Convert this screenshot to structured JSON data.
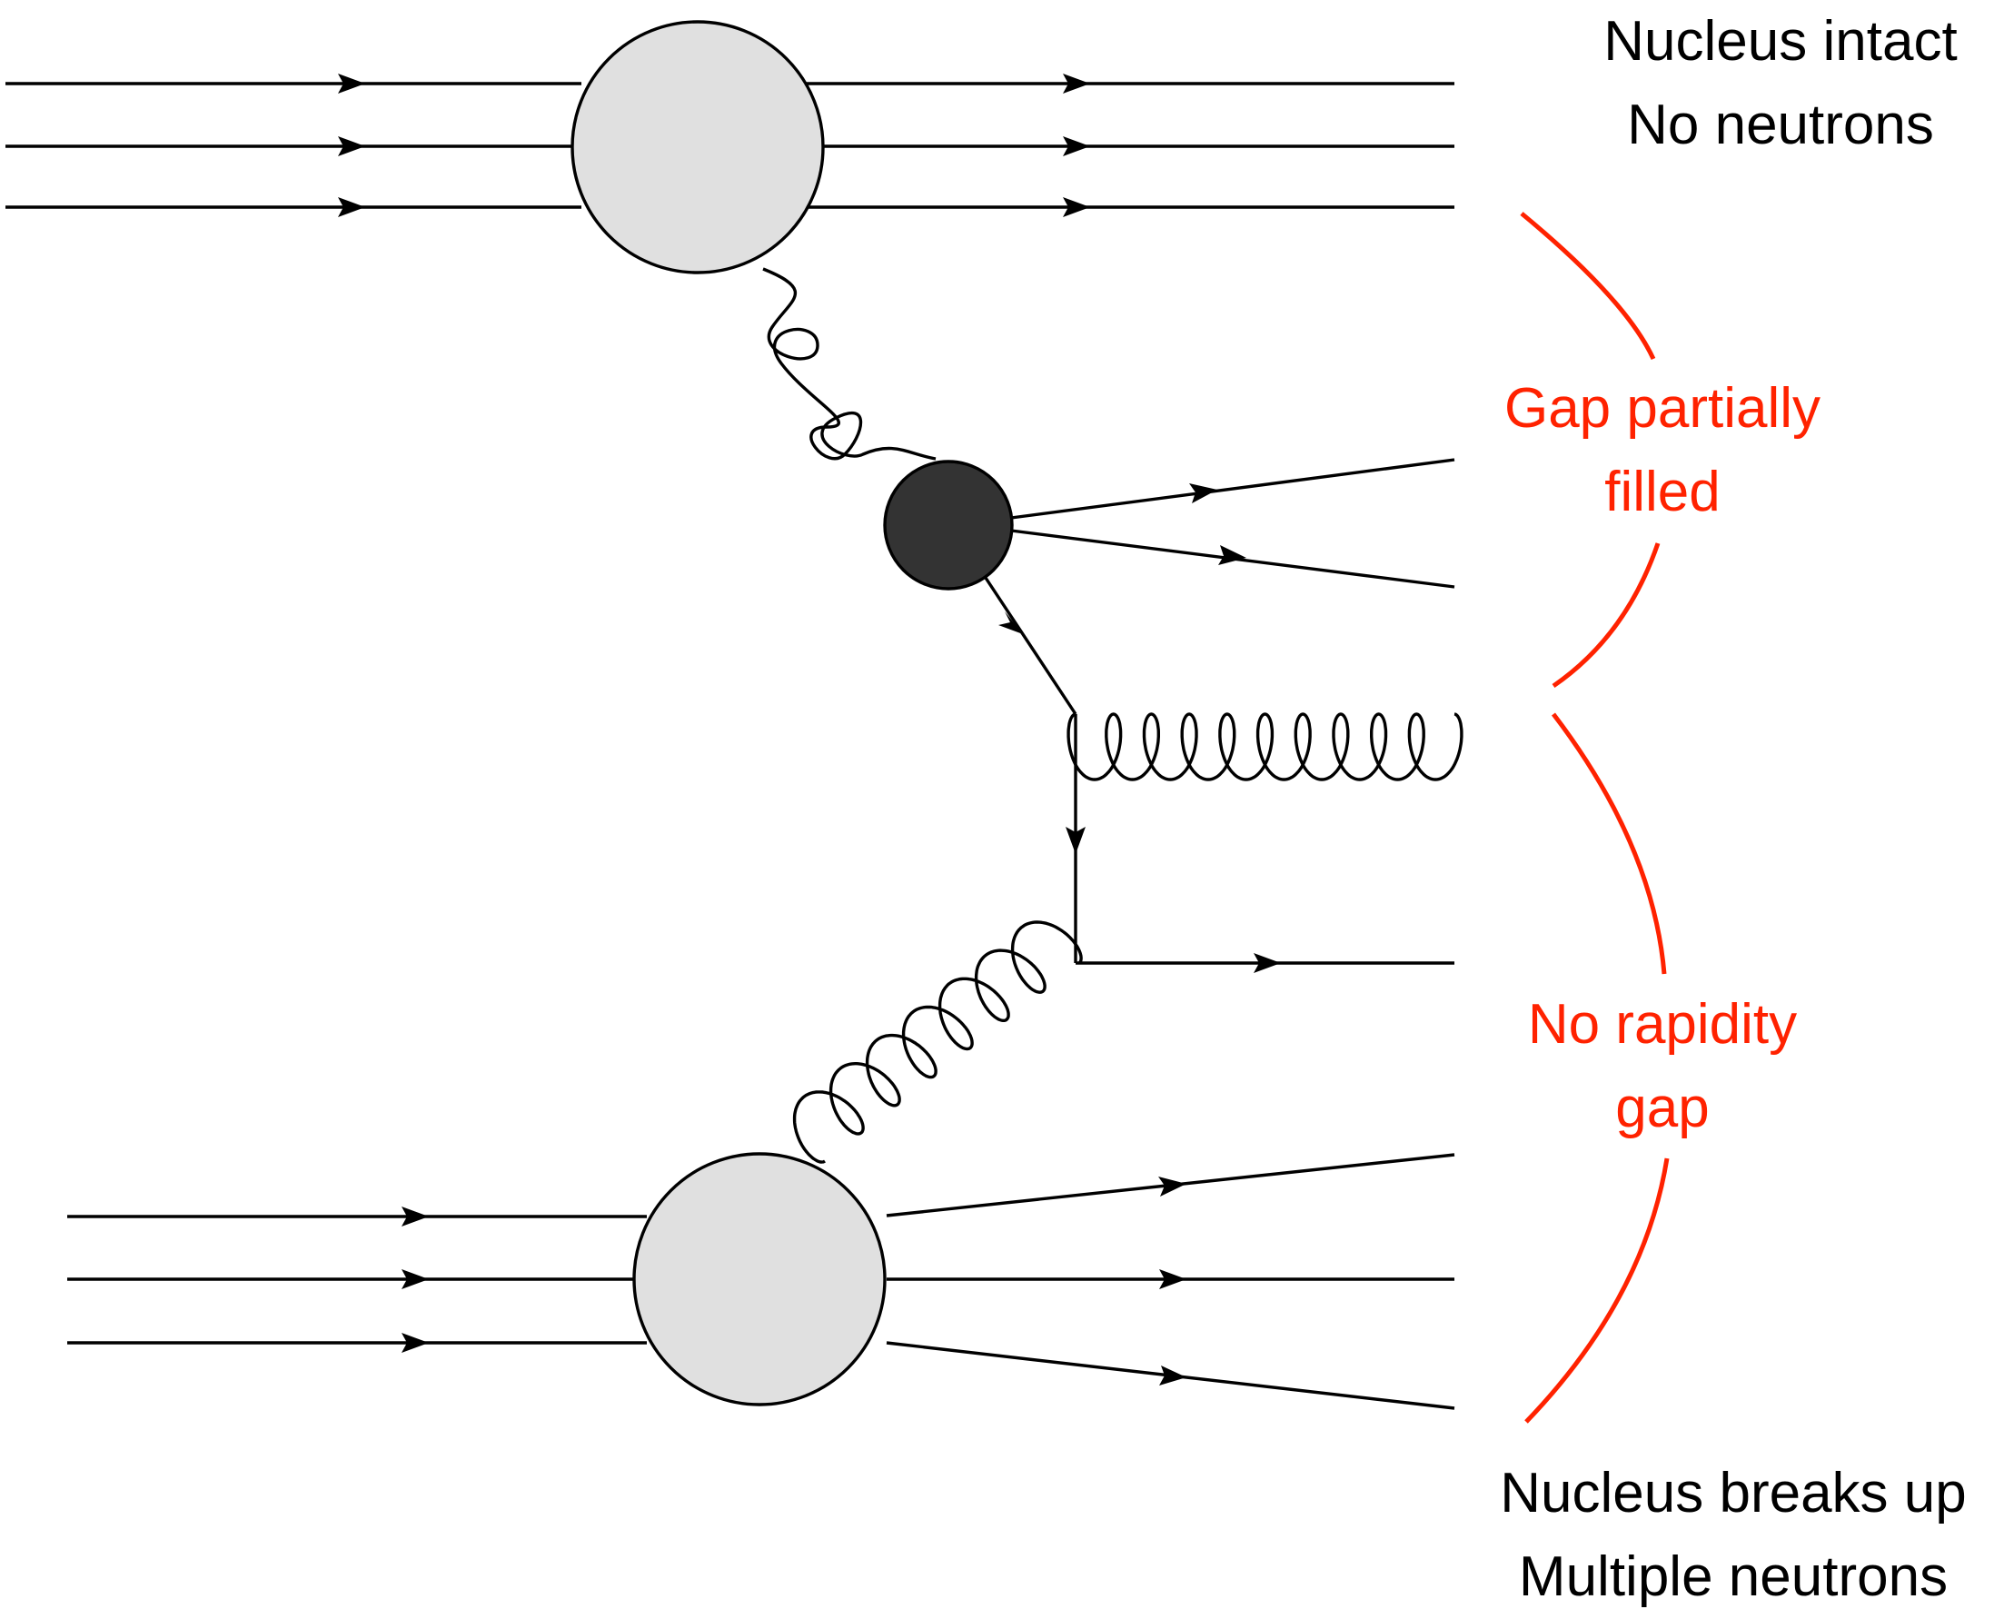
{
  "labels": {
    "top_line1": "Nucleus intact",
    "top_line2": "No neutrons",
    "gap_line1": "Gap partially",
    "gap_line2": "filled",
    "norap_line1": "No rapidity",
    "norap_line2": "gap",
    "bottom_line1": "Nucleus breaks up",
    "bottom_line2": "Multiple neutrons"
  },
  "colors": {
    "annotation": "#ff2200",
    "text": "#000000",
    "nucleus_fill": "#e0e0e0",
    "vertex_fill": "#333333"
  }
}
